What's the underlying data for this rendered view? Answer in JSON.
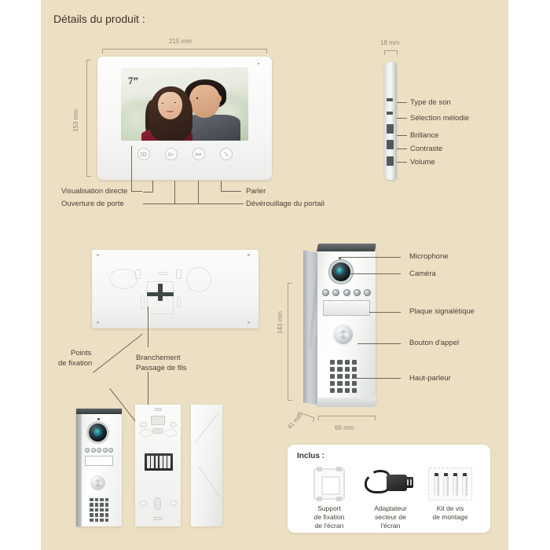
{
  "page": {
    "title": "Détails du produit :",
    "background_color": "#ece0c4",
    "outer_color": "#ffffff"
  },
  "monitor": {
    "screen_size_label": "7”",
    "dimensions": {
      "width": "215 mm",
      "height": "153 mm",
      "depth": "18 mm"
    },
    "buttons": [
      {
        "icon": "video-monitor-icon",
        "label": "Visualisation directe"
      },
      {
        "icon": "key-icon",
        "label": "Ouverture de porte"
      },
      {
        "icon": "gate-icon",
        "label": "Dévérouillage du portail"
      },
      {
        "icon": "phone-handset-icon",
        "label": "Parler"
      }
    ],
    "side_controls": [
      "Type de son",
      "Sélection mélodie",
      "Brillance",
      "Contraste",
      "Volume"
    ],
    "back_labels": [
      "Points\nde fixation",
      "Branchement\nPassage de fils"
    ],
    "back_label_1_line1": "Points",
    "back_label_1_line2": "de fixation",
    "back_label_2_line1": "Branchement",
    "back_label_2_line2": "Passage de fils"
  },
  "outdoor_station": {
    "dimensions": {
      "height": "143 mm",
      "width": "66 mm",
      "depth": "41 mm"
    },
    "labels": [
      "Microphone",
      "Caméra",
      "Plaque signalétique",
      "Bouton d'appel",
      "Haut-parleur"
    ]
  },
  "inclus": {
    "title": "Inclus :",
    "items": [
      {
        "icon": "mounting-bracket-icon",
        "line1": "Support",
        "line2": "de fixation",
        "line3": "de l'écran"
      },
      {
        "icon": "power-adapter-icon",
        "line1": "Adaptateur",
        "line2": "secteur de",
        "line3": "l'écran"
      },
      {
        "icon": "screw-kit-icon",
        "line1": "Kit de vis",
        "line2": "de montage",
        "line3": ""
      }
    ]
  }
}
